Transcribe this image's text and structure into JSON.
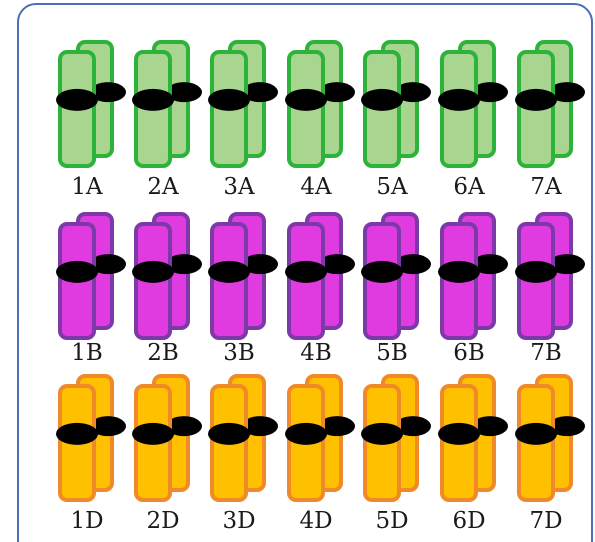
{
  "panel": {
    "border_color": "#4a6fb5",
    "background": "#ffffff"
  },
  "groups": [
    {
      "genome": "A",
      "fill": "#a8d58f",
      "stroke": "#2db33a",
      "chromosomes": [
        "1A",
        "2A",
        "3A",
        "4A",
        "5A",
        "6A",
        "7A"
      ]
    },
    {
      "genome": "B",
      "fill": "#e03be0",
      "stroke": "#7b3aa8",
      "chromosomes": [
        "1B",
        "2B",
        "3B",
        "4B",
        "5B",
        "6B",
        "7B"
      ]
    },
    {
      "genome": "D",
      "fill": "#ffc000",
      "stroke": "#f08a28",
      "chromosomes": [
        "1D",
        "2D",
        "3D",
        "4D",
        "5D",
        "6D",
        "7D"
      ]
    }
  ],
  "centromere_color": "#000000"
}
